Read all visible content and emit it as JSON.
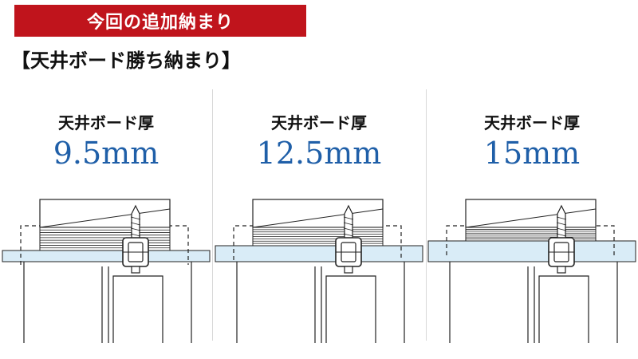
{
  "header": {
    "banner_text": "今回の追加納まり",
    "subtitle": "【天井ボード勝ち納まり】"
  },
  "panels": [
    {
      "label": "天井ボード厚",
      "value": "9.5mm"
    },
    {
      "label": "天井ボード厚",
      "value": "12.5mm"
    },
    {
      "label": "天井ボード厚",
      "value": "15mm"
    }
  ],
  "colors": {
    "banner_bg": "#c0141c",
    "value_text": "#1f5fa8",
    "ceiling_board": "#d9ecf7",
    "line": "#222222"
  }
}
